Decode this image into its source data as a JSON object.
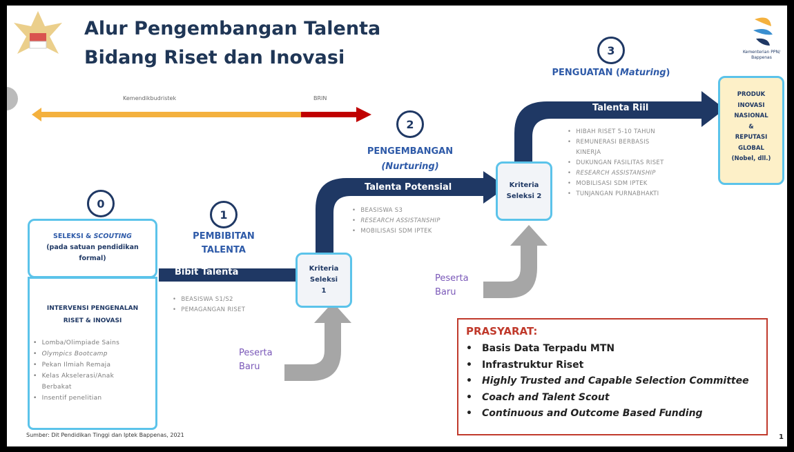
{
  "title": {
    "line1": "Alur Pengembangan Talenta",
    "line2": "Bidang Riset dan Inovasi"
  },
  "logo": {
    "text": "Kementerian PPN/ Bappenas"
  },
  "top_arrow": {
    "left_label": "Kemendikbudristek",
    "right_label": "BRIN"
  },
  "stage0": {
    "number": "0",
    "box_title_part1": "SELEKSI & ",
    "box_title_italic": "SCOUTING",
    "box_subtitle": "(pada satuan pendidikan formal)",
    "intervensi_title": "INTERVENSI PENGENALAN RISET & INOVASI",
    "items": [
      "Lomba/Olimpiade Sains",
      "Olympics Bootcamp",
      "Pekan Ilmiah Remaja",
      "Kelas Akselerasi/Anak Berbakat",
      "Insentif penelitian"
    ]
  },
  "stage1": {
    "number": "1",
    "title": "PEMBIBITAN TALENTA",
    "band_label": "Bibit Talenta",
    "items": [
      "BEASISWA S1/S2",
      "PEMAGANGAN RISET"
    ],
    "criteria": "Kriteria Seleksi 1",
    "peserta": "Peserta Baru"
  },
  "stage2": {
    "number": "2",
    "title": "PENGEMBANGAN",
    "subtitle": "(Nurturing)",
    "band_label": "Talenta Potensial",
    "items": [
      "BEASISWA S3",
      "RESEARCH ASSISTANSHIP",
      "MOBILISASI SDM IPTEK"
    ],
    "criteria": "Kriteria Seleksi 2",
    "peserta": "Peserta Baru"
  },
  "stage3": {
    "number": "3",
    "title": "PENGUATAN (",
    "title_italic": "Maturing",
    "title_end": ")",
    "band_label": "Talenta Riil",
    "items": [
      "HIBAH RISET 5-10 TAHUN",
      "REMUNERASI BERBASIS KINERJA",
      "DUKUNGAN FASILITAS RISET",
      "RESEARCH ASSISTANSHIP",
      "MOBILISASI SDM IPTEK",
      "TUNJANGAN PURNABHAKTI"
    ]
  },
  "produk": {
    "line1": "PRODUK",
    "line2": "INOVASI",
    "line3": "NASIONAL",
    "line4": "&",
    "line5": "REPUTASI",
    "line6": "GLOBAL",
    "line7": "(Nobel, dll.)"
  },
  "prasyarat": {
    "title": "PRASYARAT:",
    "items": [
      "Basis Data Terpadu MTN",
      "Infrastruktur Riset",
      "Highly Trusted and Capable Selection Committee",
      "Coach and Talent Scout",
      "Continuous and Outcome Based Funding"
    ]
  },
  "source": "Sumber: Dit Pendidikan Tinggi dan Iptek Bappenas, 2021",
  "page_number": "1",
  "colors": {
    "navy": "#1f3864",
    "title": "#1f3656",
    "cyan": "#5bc3ea",
    "orange": "#f4b13e",
    "red": "#c00000",
    "gray_arrow": "#a6a6a6",
    "prasyarat_red": "#c0392b"
  }
}
